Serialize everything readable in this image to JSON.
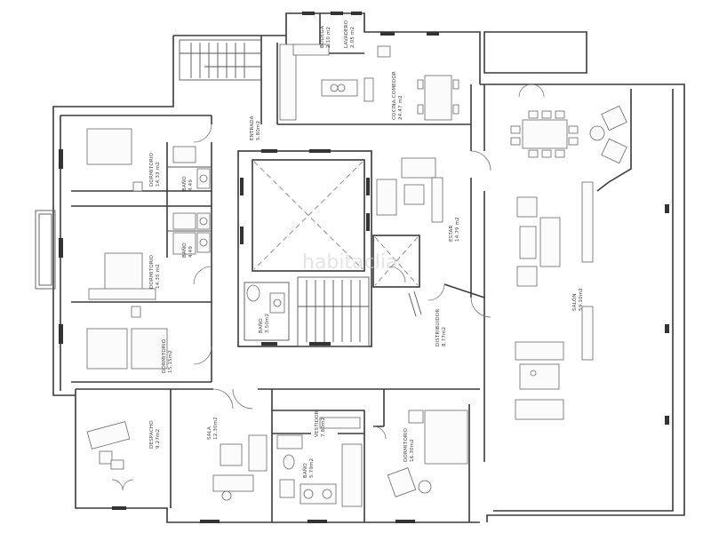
{
  "watermark": "habitaclia",
  "rooms": [
    {
      "id": "bodega",
      "name": "BODEGA",
      "area": "2.10 m2"
    },
    {
      "id": "lavadero",
      "name": "LAVADERO",
      "area": "2.05 m2"
    },
    {
      "id": "cocina",
      "name": "COCINA-COMEDOR",
      "area": "24.47 m2"
    },
    {
      "id": "entrada",
      "name": "ENTRADA",
      "area": "5.80m2"
    },
    {
      "id": "estar",
      "name": "ESTAR",
      "area": "14.79 m2"
    },
    {
      "id": "salon",
      "name": "SALÓN",
      "area": "59.10m2"
    },
    {
      "id": "distribuidor",
      "name": "DISTRIBUIDOR",
      "area": "8.77m2"
    },
    {
      "id": "dorm1",
      "name": "DORMITORIO",
      "area": "14.33 m2"
    },
    {
      "id": "dorm2",
      "name": "DORMITORIO",
      "area": "14.35 m2"
    },
    {
      "id": "dorm3",
      "name": "DORMITORIO",
      "area": "15.15m2"
    },
    {
      "id": "bano1",
      "name": "BAÑO",
      "area": "4.49"
    },
    {
      "id": "bano2",
      "name": "BAÑO",
      "area": "4.49"
    },
    {
      "id": "bano3",
      "name": "BAÑO",
      "area": "3.50m2"
    },
    {
      "id": "despacho",
      "name": "DESPACHO",
      "area": "9.27m2"
    },
    {
      "id": "sala",
      "name": "SALA",
      "area": "12.30m2"
    },
    {
      "id": "vestidor",
      "name": "VESTIDOR",
      "area": "7.80m2"
    },
    {
      "id": "bano4",
      "name": "BAÑO",
      "area": "5.79m2"
    },
    {
      "id": "dorm4",
      "name": "DORMITORIO",
      "area": "16.30m2"
    }
  ]
}
